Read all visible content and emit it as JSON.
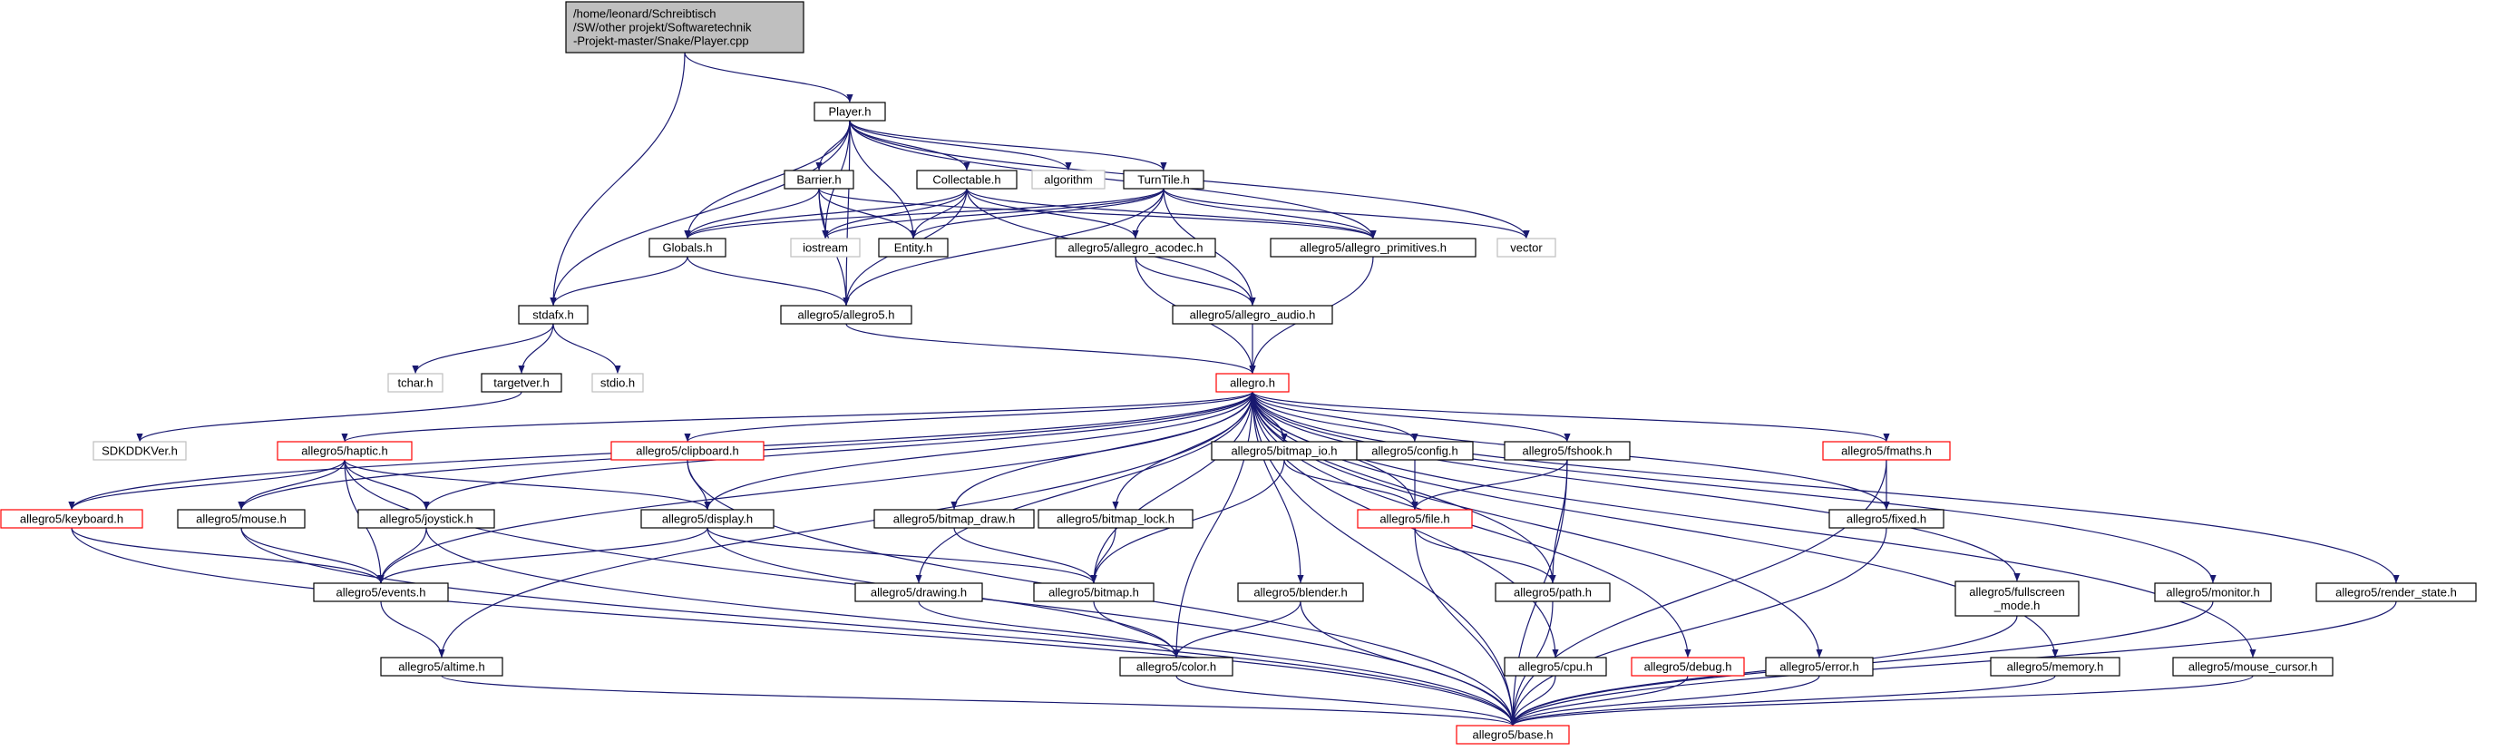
{
  "graph": {
    "colors": {
      "edge": "#191970",
      "normal_border": "#000000",
      "incomplete_border": "#ff0000",
      "external_border": "#bfbfbf",
      "root_fill": "#bfbfbf",
      "fill": "#ffffff"
    },
    "nodes": [
      {
        "id": "root",
        "lines": [
          "/home/leonard/Schreibtisch",
          "/SW/other projekt/Softwaretechnik",
          "-Projekt-master/Snake/Player.cpp"
        ],
        "kind": "root"
      },
      {
        "id": "player_h",
        "lines": [
          "Player.h"
        ],
        "kind": "normal"
      },
      {
        "id": "stdafx_h",
        "lines": [
          "stdafx.h"
        ],
        "kind": "normal"
      },
      {
        "id": "barrier_h",
        "lines": [
          "Barrier.h"
        ],
        "kind": "normal"
      },
      {
        "id": "collectable_h",
        "lines": [
          "Collectable.h"
        ],
        "kind": "normal"
      },
      {
        "id": "algorithm",
        "lines": [
          "algorithm"
        ],
        "kind": "external"
      },
      {
        "id": "turntile_h",
        "lines": [
          "TurnTile.h"
        ],
        "kind": "normal"
      },
      {
        "id": "vector",
        "lines": [
          "vector"
        ],
        "kind": "external"
      },
      {
        "id": "globals_h",
        "lines": [
          "Globals.h"
        ],
        "kind": "normal"
      },
      {
        "id": "iostream",
        "lines": [
          "iostream"
        ],
        "kind": "external"
      },
      {
        "id": "entity_h",
        "lines": [
          "Entity.h"
        ],
        "kind": "normal"
      },
      {
        "id": "acodec_h",
        "lines": [
          "allegro5/allegro_acodec.h"
        ],
        "kind": "normal"
      },
      {
        "id": "primitives_h",
        "lines": [
          "allegro5/allegro_primitives.h"
        ],
        "kind": "normal"
      },
      {
        "id": "audio_h",
        "lines": [
          "allegro5/allegro_audio.h"
        ],
        "kind": "normal"
      },
      {
        "id": "allegro5_h",
        "lines": [
          "allegro5/allegro5.h"
        ],
        "kind": "normal"
      },
      {
        "id": "tchar_h",
        "lines": [
          "tchar.h"
        ],
        "kind": "external"
      },
      {
        "id": "targetver_h",
        "lines": [
          "targetver.h"
        ],
        "kind": "normal"
      },
      {
        "id": "stdio_h",
        "lines": [
          "stdio.h"
        ],
        "kind": "external"
      },
      {
        "id": "sdkddkver_h",
        "lines": [
          "SDKDDKVer.h"
        ],
        "kind": "external"
      },
      {
        "id": "allegro_h",
        "lines": [
          "allegro.h"
        ],
        "kind": "incomplete"
      },
      {
        "id": "haptic_h",
        "lines": [
          "allegro5/haptic.h"
        ],
        "kind": "incomplete"
      },
      {
        "id": "clipboard_h",
        "lines": [
          "allegro5/clipboard.h"
        ],
        "kind": "incomplete"
      },
      {
        "id": "bitmap_io_h",
        "lines": [
          "allegro5/bitmap_io.h"
        ],
        "kind": "normal"
      },
      {
        "id": "config_h",
        "lines": [
          "allegro5/config.h"
        ],
        "kind": "normal"
      },
      {
        "id": "fshook_h",
        "lines": [
          "allegro5/fshook.h"
        ],
        "kind": "normal"
      },
      {
        "id": "fmaths_h",
        "lines": [
          "allegro5/fmaths.h"
        ],
        "kind": "incomplete"
      },
      {
        "id": "keyboard_h",
        "lines": [
          "allegro5/keyboard.h"
        ],
        "kind": "incomplete"
      },
      {
        "id": "mouse_h",
        "lines": [
          "allegro5/mouse.h"
        ],
        "kind": "normal"
      },
      {
        "id": "joystick_h",
        "lines": [
          "allegro5/joystick.h"
        ],
        "kind": "normal"
      },
      {
        "id": "display_h",
        "lines": [
          "allegro5/display.h"
        ],
        "kind": "normal"
      },
      {
        "id": "bitmap_draw_h",
        "lines": [
          "allegro5/bitmap_draw.h"
        ],
        "kind": "normal"
      },
      {
        "id": "bitmap_lock_h",
        "lines": [
          "allegro5/bitmap_lock.h"
        ],
        "kind": "normal"
      },
      {
        "id": "file_h",
        "lines": [
          "allegro5/file.h"
        ],
        "kind": "incomplete"
      },
      {
        "id": "fixed_h",
        "lines": [
          "allegro5/fixed.h"
        ],
        "kind": "normal"
      },
      {
        "id": "events_h",
        "lines": [
          "allegro5/events.h"
        ],
        "kind": "normal"
      },
      {
        "id": "drawing_h",
        "lines": [
          "allegro5/drawing.h"
        ],
        "kind": "normal"
      },
      {
        "id": "bitmap_h",
        "lines": [
          "allegro5/bitmap.h"
        ],
        "kind": "normal"
      },
      {
        "id": "blender_h",
        "lines": [
          "allegro5/blender.h"
        ],
        "kind": "normal"
      },
      {
        "id": "path_h",
        "lines": [
          "allegro5/path.h"
        ],
        "kind": "normal"
      },
      {
        "id": "fullscreen_h",
        "lines": [
          "allegro5/fullscreen",
          "_mode.h"
        ],
        "kind": "normal"
      },
      {
        "id": "monitor_h",
        "lines": [
          "allegro5/monitor.h"
        ],
        "kind": "normal"
      },
      {
        "id": "render_state_h",
        "lines": [
          "allegro5/render_state.h"
        ],
        "kind": "normal"
      },
      {
        "id": "altime_h",
        "lines": [
          "allegro5/altime.h"
        ],
        "kind": "normal"
      },
      {
        "id": "color_h",
        "lines": [
          "allegro5/color.h"
        ],
        "kind": "normal"
      },
      {
        "id": "cpu_h",
        "lines": [
          "allegro5/cpu.h"
        ],
        "kind": "normal"
      },
      {
        "id": "debug_h",
        "lines": [
          "allegro5/debug.h"
        ],
        "kind": "incomplete"
      },
      {
        "id": "error_h",
        "lines": [
          "allegro5/error.h"
        ],
        "kind": "normal"
      },
      {
        "id": "memory_h",
        "lines": [
          "allegro5/memory.h"
        ],
        "kind": "normal"
      },
      {
        "id": "mouse_cursor_h",
        "lines": [
          "allegro5/mouse_cursor.h"
        ],
        "kind": "normal"
      },
      {
        "id": "base_h",
        "lines": [
          "allegro5/base.h"
        ],
        "kind": "incomplete"
      }
    ],
    "edges": [
      [
        "root",
        "player_h"
      ],
      [
        "root",
        "stdafx_h"
      ],
      [
        "player_h",
        "barrier_h"
      ],
      [
        "player_h",
        "collectable_h"
      ],
      [
        "player_h",
        "algorithm"
      ],
      [
        "player_h",
        "turntile_h"
      ],
      [
        "player_h",
        "vector"
      ],
      [
        "player_h",
        "globals_h"
      ],
      [
        "player_h",
        "iostream"
      ],
      [
        "player_h",
        "entity_h"
      ],
      [
        "player_h",
        "primitives_h"
      ],
      [
        "player_h",
        "allegro5_h"
      ],
      [
        "player_h",
        "stdafx_h"
      ],
      [
        "barrier_h",
        "globals_h"
      ],
      [
        "barrier_h",
        "iostream"
      ],
      [
        "barrier_h",
        "entity_h"
      ],
      [
        "barrier_h",
        "allegro5_h"
      ],
      [
        "barrier_h",
        "primitives_h"
      ],
      [
        "collectable_h",
        "globals_h"
      ],
      [
        "collectable_h",
        "iostream"
      ],
      [
        "collectable_h",
        "entity_h"
      ],
      [
        "collectable_h",
        "allegro5_h"
      ],
      [
        "collectable_h",
        "primitives_h"
      ],
      [
        "collectable_h",
        "acodec_h"
      ],
      [
        "collectable_h",
        "audio_h"
      ],
      [
        "turntile_h",
        "globals_h"
      ],
      [
        "turntile_h",
        "iostream"
      ],
      [
        "turntile_h",
        "entity_h"
      ],
      [
        "turntile_h",
        "allegro5_h"
      ],
      [
        "turntile_h",
        "primitives_h"
      ],
      [
        "turntile_h",
        "acodec_h"
      ],
      [
        "turntile_h",
        "audio_h"
      ],
      [
        "turntile_h",
        "vector"
      ],
      [
        "globals_h",
        "stdafx_h"
      ],
      [
        "globals_h",
        "allegro5_h"
      ],
      [
        "acodec_h",
        "audio_h"
      ],
      [
        "acodec_h",
        "allegro_h"
      ],
      [
        "primitives_h",
        "allegro_h"
      ],
      [
        "audio_h",
        "allegro_h"
      ],
      [
        "allegro5_h",
        "allegro_h"
      ],
      [
        "stdafx_h",
        "tchar_h"
      ],
      [
        "stdafx_h",
        "targetver_h"
      ],
      [
        "stdafx_h",
        "stdio_h"
      ],
      [
        "targetver_h",
        "sdkddkver_h"
      ],
      [
        "allegro_h",
        "haptic_h"
      ],
      [
        "allegro_h",
        "clipboard_h"
      ],
      [
        "allegro_h",
        "bitmap_io_h"
      ],
      [
        "allegro_h",
        "config_h"
      ],
      [
        "allegro_h",
        "fshook_h"
      ],
      [
        "allegro_h",
        "fmaths_h"
      ],
      [
        "allegro_h",
        "keyboard_h"
      ],
      [
        "allegro_h",
        "mouse_h"
      ],
      [
        "allegro_h",
        "joystick_h"
      ],
      [
        "allegro_h",
        "display_h"
      ],
      [
        "allegro_h",
        "bitmap_draw_h"
      ],
      [
        "allegro_h",
        "bitmap_lock_h"
      ],
      [
        "allegro_h",
        "file_h"
      ],
      [
        "allegro_h",
        "fixed_h"
      ],
      [
        "allegro_h",
        "events_h"
      ],
      [
        "allegro_h",
        "drawing_h"
      ],
      [
        "allegro_h",
        "bitmap_h"
      ],
      [
        "allegro_h",
        "blender_h"
      ],
      [
        "allegro_h",
        "path_h"
      ],
      [
        "allegro_h",
        "fullscreen_h"
      ],
      [
        "allegro_h",
        "monitor_h"
      ],
      [
        "allegro_h",
        "render_state_h"
      ],
      [
        "allegro_h",
        "altime_h"
      ],
      [
        "allegro_h",
        "color_h"
      ],
      [
        "allegro_h",
        "cpu_h"
      ],
      [
        "allegro_h",
        "debug_h"
      ],
      [
        "allegro_h",
        "error_h"
      ],
      [
        "allegro_h",
        "memory_h"
      ],
      [
        "allegro_h",
        "mouse_cursor_h"
      ],
      [
        "allegro_h",
        "base_h"
      ],
      [
        "haptic_h",
        "keyboard_h"
      ],
      [
        "haptic_h",
        "mouse_h"
      ],
      [
        "haptic_h",
        "joystick_h"
      ],
      [
        "haptic_h",
        "display_h"
      ],
      [
        "haptic_h",
        "events_h"
      ],
      [
        "haptic_h",
        "base_h"
      ],
      [
        "clipboard_h",
        "display_h"
      ],
      [
        "clipboard_h",
        "base_h"
      ],
      [
        "bitmap_io_h",
        "file_h"
      ],
      [
        "bitmap_io_h",
        "bitmap_h"
      ],
      [
        "config_h",
        "file_h"
      ],
      [
        "fshook_h",
        "file_h"
      ],
      [
        "fshook_h",
        "path_h"
      ],
      [
        "fshook_h",
        "base_h"
      ],
      [
        "fmaths_h",
        "fixed_h"
      ],
      [
        "fmaths_h",
        "base_h"
      ],
      [
        "keyboard_h",
        "events_h"
      ],
      [
        "keyboard_h",
        "base_h"
      ],
      [
        "mouse_h",
        "events_h"
      ],
      [
        "mouse_h",
        "base_h"
      ],
      [
        "joystick_h",
        "events_h"
      ],
      [
        "joystick_h",
        "base_h"
      ],
      [
        "display_h",
        "events_h"
      ],
      [
        "display_h",
        "bitmap_h"
      ],
      [
        "display_h",
        "color_h"
      ],
      [
        "bitmap_draw_h",
        "bitmap_h"
      ],
      [
        "bitmap_lock_h",
        "bitmap_h"
      ],
      [
        "file_h",
        "path_h"
      ],
      [
        "file_h",
        "base_h"
      ],
      [
        "fixed_h",
        "base_h"
      ],
      [
        "events_h",
        "altime_h"
      ],
      [
        "drawing_h",
        "color_h"
      ],
      [
        "bitmap_h",
        "color_h"
      ],
      [
        "blender_h",
        "color_h"
      ],
      [
        "blender_h",
        "base_h"
      ],
      [
        "path_h",
        "base_h"
      ],
      [
        "fullscreen_h",
        "base_h"
      ],
      [
        "monitor_h",
        "base_h"
      ],
      [
        "render_state_h",
        "base_h"
      ],
      [
        "altime_h",
        "base_h"
      ],
      [
        "color_h",
        "base_h"
      ],
      [
        "cpu_h",
        "base_h"
      ],
      [
        "debug_h",
        "base_h"
      ],
      [
        "error_h",
        "base_h"
      ],
      [
        "memory_h",
        "base_h"
      ],
      [
        "mouse_cursor_h",
        "base_h"
      ]
    ]
  }
}
